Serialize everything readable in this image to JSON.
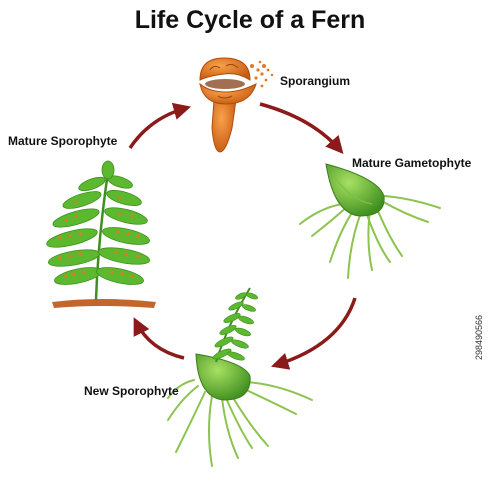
{
  "title": "Life Cycle of a Fern",
  "stages": {
    "sporangium": "Sporangium",
    "mature_gametophyte": "Mature Gametophyte",
    "new_sporophyte": "New Sporophyte",
    "mature_sporophyte": "Mature Sporophyte"
  },
  "watermark": "298490566",
  "colors": {
    "arrow": "#8b1a1a",
    "sporangium": "#e8781e",
    "leaf": "#5cb82e",
    "leaf_dark": "#3f8f1f",
    "root": "#8cc44f",
    "soil": "#c2662d"
  }
}
